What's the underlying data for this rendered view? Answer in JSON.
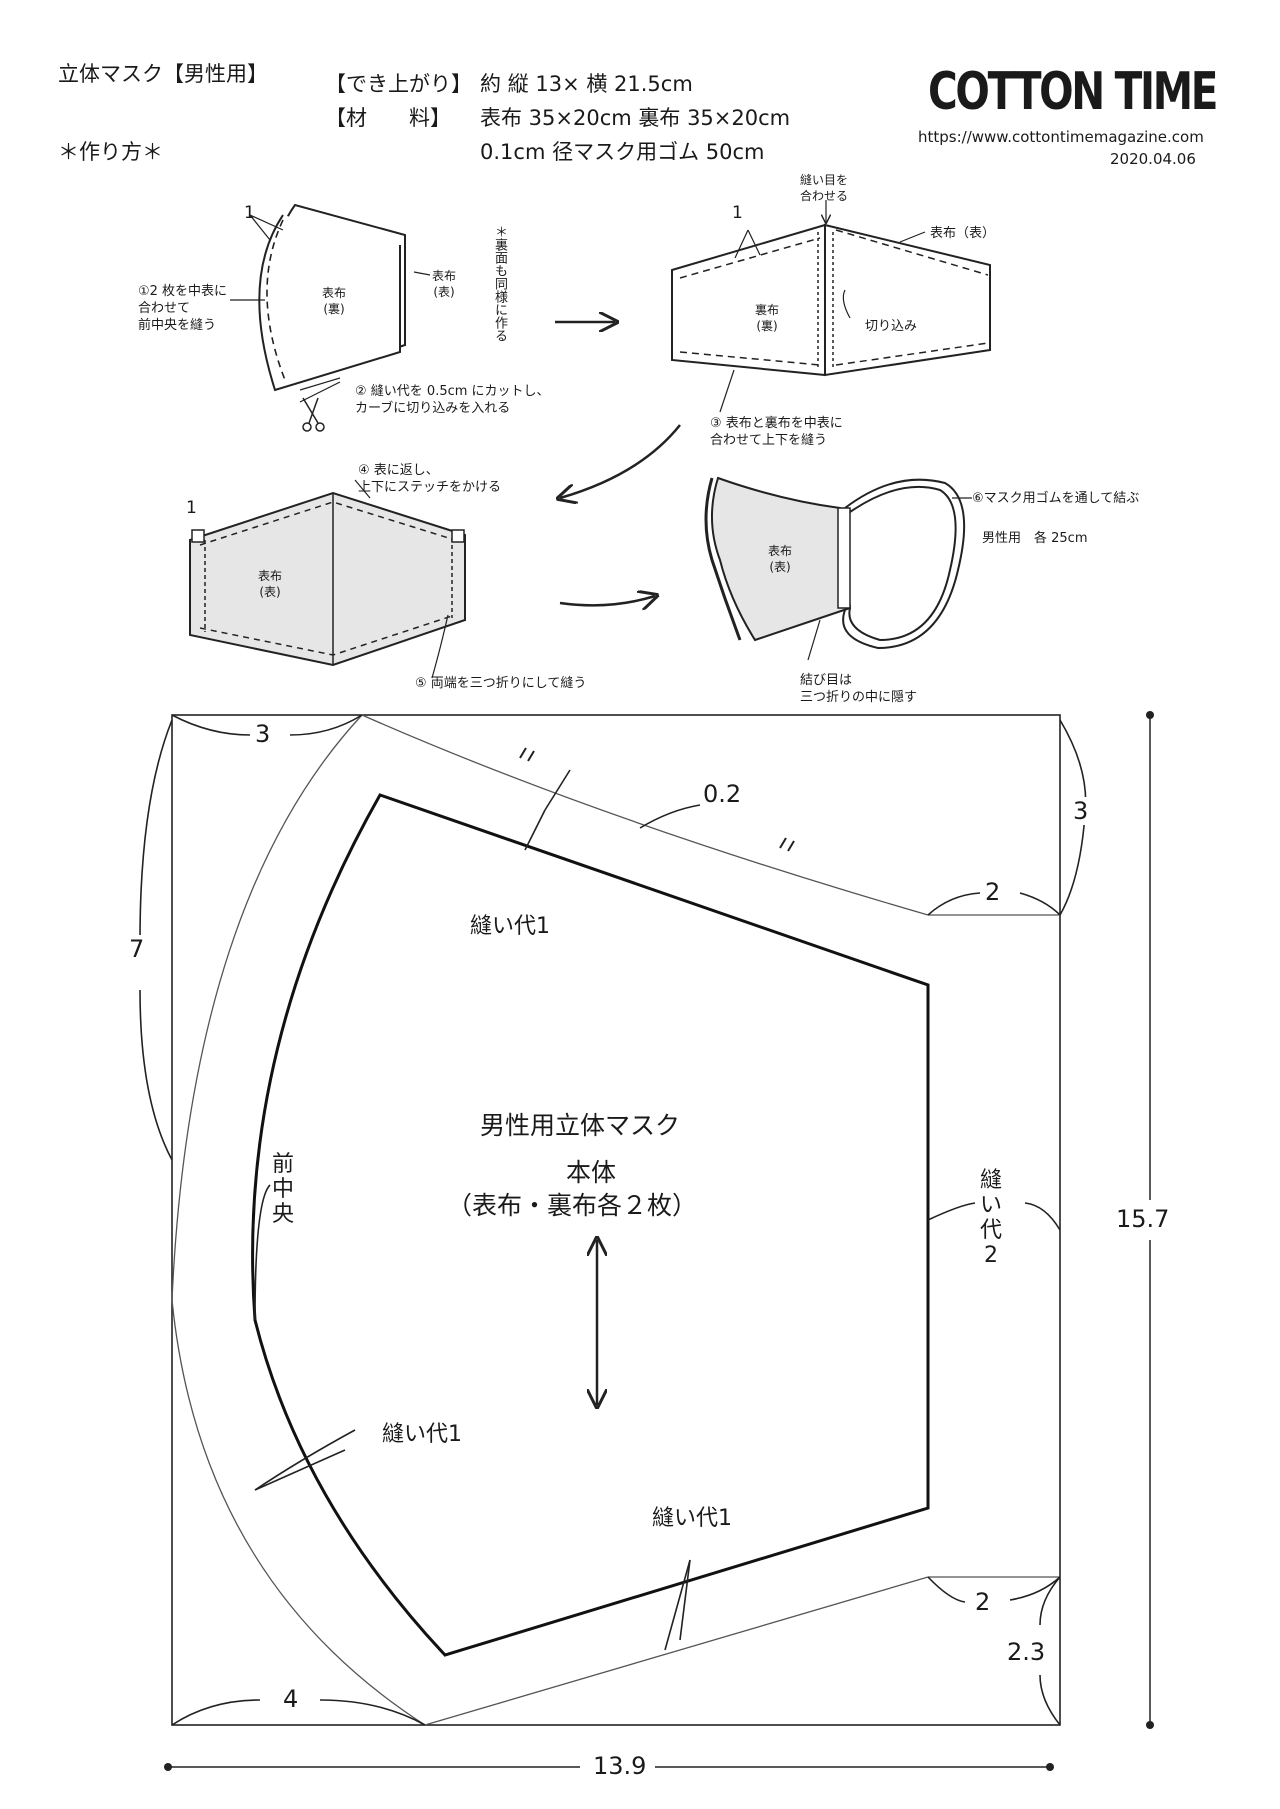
{
  "header": {
    "title": "立体マスク【男性用】",
    "how_to": "＊作り方＊",
    "finished_label": "【でき上がり】",
    "finished_value": "約 縦 13× 横 21.5cm",
    "material_label": "【材　　料】",
    "material_line1": "表布 35×20cm 裏布 35×20cm",
    "material_line2": "0.1cm 径マスク用ゴム 50cm",
    "logo": "COTTON TIME",
    "url": "https://www.cottontimemagazine.com",
    "date": "2020.04.06"
  },
  "steps": {
    "step1_num": "1",
    "step1_text": "①2 枚を中表に\n合わせて\n前中央を縫う",
    "fabric_back": "表布\n(裏)",
    "fabric_front": "表布\n(表)",
    "note_vertical": "＊裏面も同様に作る",
    "step2_text": "② 縫い代を 0.5cm にカットし、\nカーブに切り込みを入れる",
    "seam_align": "縫い目を\n合わせる",
    "step3_num": "1",
    "omote_label": "表布（表）",
    "lining_back": "裏布\n(裏)",
    "cut_label": "切り込み",
    "step3_text": "③ 表布と裏布を中表に\n合わせて上下を縫う",
    "step4_num": "1",
    "step4_text": "④ 表に返し、\n上下にステッチをかける",
    "step4_fabric": "表布\n(表)",
    "step5_text": "⑤ 両端を三つ折りにして縫う",
    "step6_fabric": "表布\n(表)",
    "step6_text": "⑥マスク用ゴムを通して結ぶ",
    "elastic_len": "男性用　各 25cm",
    "knot_text": "結び目は\n三つ折りの中に隠す"
  },
  "pattern": {
    "title": "男性用立体マスク",
    "subtitle": "本体",
    "pieces": "（表布・裏布各２枚）",
    "front_center": "前\n中\n央",
    "seam1_top": "縫い代1",
    "seam1_left": "縫い代1",
    "seam1_bottom": "縫い代1",
    "seam2_right": "縫\nい\n代\n2",
    "dim_top_left": "3",
    "dim_top_seam": "0.2",
    "dim_right_top": "3",
    "dim_right_2a": "2",
    "dim_left_7": "7",
    "dim_height": "15.7",
    "dim_right_2b": "2",
    "dim_right_23": "2.3",
    "dim_bottom_4": "4",
    "dim_width": "13.9"
  }
}
